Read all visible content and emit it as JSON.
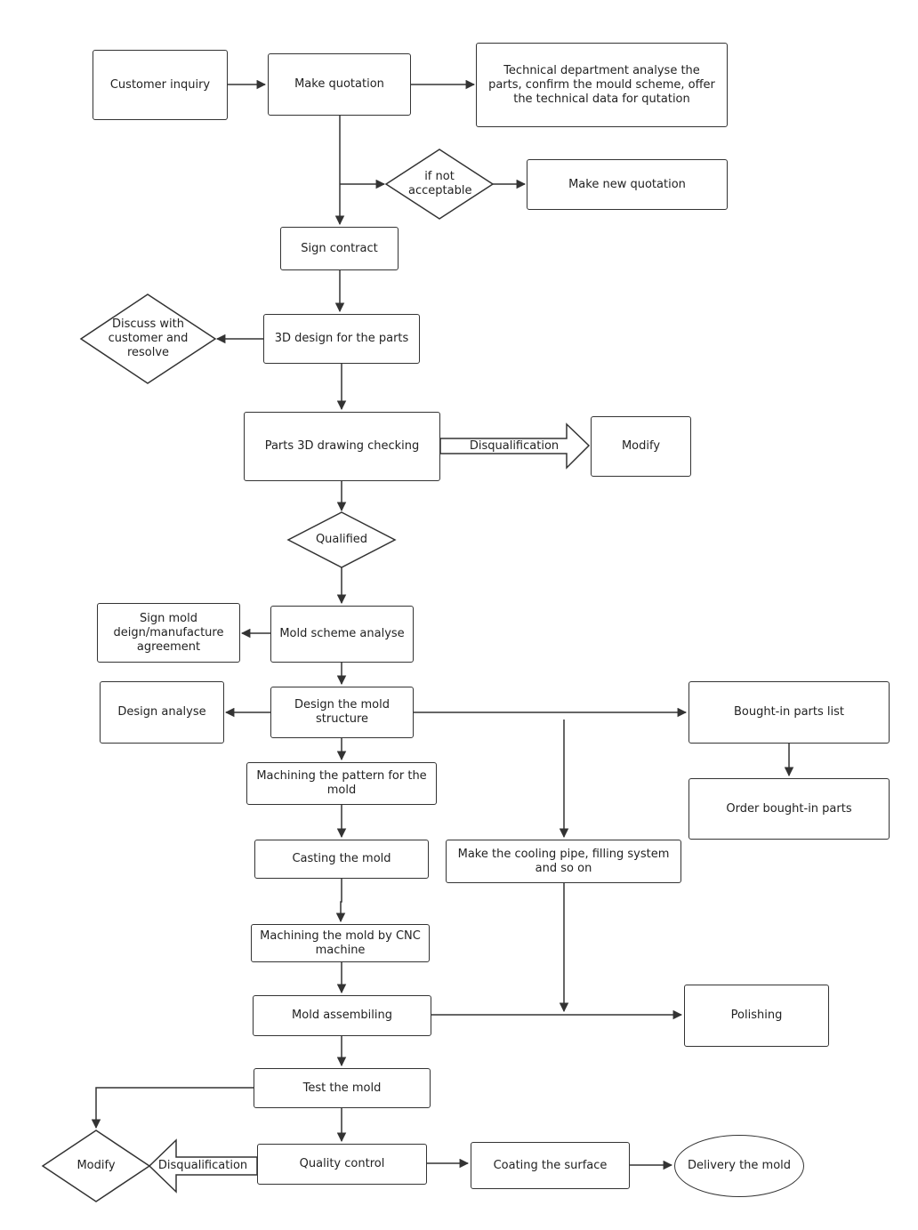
{
  "nodes": {
    "customer_inquiry": "Customer inquiry",
    "make_quotation": "Make quotation",
    "technical_dept": "Technical department analyse the parts, confirm the mould scheme, offer the technical data for qutation",
    "if_not_acceptable": "if not acceptable",
    "make_new_quotation": "Make new quotation",
    "sign_contract": "Sign contract",
    "discuss_resolve": "Discuss with customer and resolve",
    "design_3d": "3D design for the parts",
    "drawing_checking": "Parts 3D drawing checking",
    "disqualification_top": "Disqualification",
    "modify_top": "Modify",
    "qualified": "Qualified",
    "sign_mold_agreement": "Sign mold deign/manufacture agreement",
    "mold_scheme": "Mold scheme analyse",
    "design_analyse": "Design analyse",
    "design_structure": "Design the mold structure",
    "bought_in_list": "Bought-in parts list",
    "order_bought_in": "Order bought-in parts",
    "machining_pattern": "Machining the pattern for the mold",
    "casting": "Casting the mold",
    "cooling_pipe": "Make the cooling pipe, filling system and so on",
    "cnc": "Machining the mold by CNC machine",
    "assembling": "Mold assembiling",
    "polishing": "Polishing",
    "test_mold": "Test the mold",
    "modify_bottom": "Modify",
    "disqualification_bottom": "Disqualification",
    "quality_control": "Quality control",
    "coating": "Coating the surface",
    "delivery": "Delivery the mold"
  }
}
